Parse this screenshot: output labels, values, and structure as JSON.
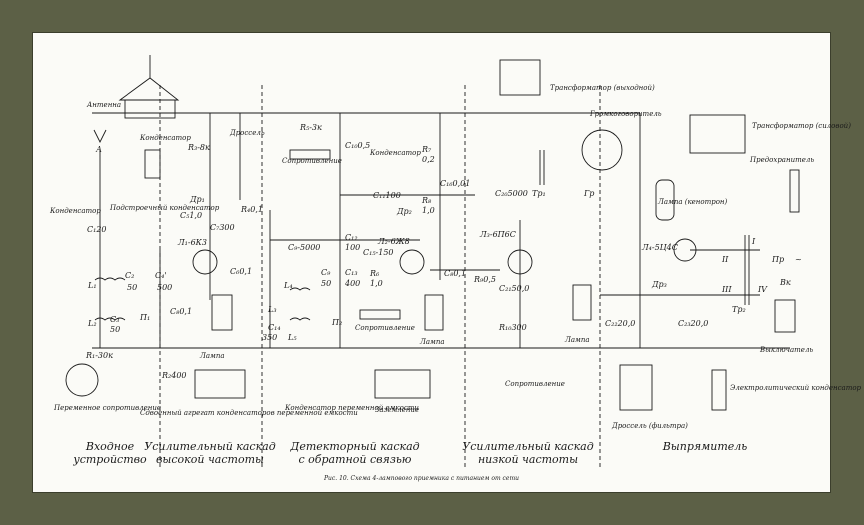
{
  "colors": {
    "frame": "#5c6046",
    "paper": "#fbfbf7",
    "ink": "#1a1a1a"
  },
  "sections": [
    {
      "line1": "Входное",
      "line2": "устройство"
    },
    {
      "line1": "Усилительный каскад",
      "line2": "высокой частоты"
    },
    {
      "line1": "Детекторный каскад",
      "line2": "с обратной связью"
    },
    {
      "line1": "Усилительный каскад",
      "line2": "низкой частоты"
    },
    {
      "line1": "Выпрямитель",
      "line2": ""
    }
  ],
  "components": {
    "antenna": "Антенна",
    "capacitor": "Конденсатор",
    "choke": "Дроссель",
    "trimmer": "Подстроечный конденсатор",
    "variable_resistor": "Переменное сопротивление",
    "lamp": "Лампа",
    "gang_cap": "Сдвоенный агрегат конденсаторов переменной емкости",
    "resistor": "Сопротивление",
    "cap_variable": "Конденсатор переменной емкости",
    "ground": "Заземление",
    "transformer_out": "Трансформатор (выходной)",
    "speaker": "Громкоговоритель",
    "transformer_power": "Трансформатор (силовой)",
    "fuse": "Предохранитель",
    "kenotron": "Лампа (кенотрон)",
    "switch": "Выключатель",
    "choke_filter": "Дроссель (фильтра)",
    "electrolytic": "Электролитический конденсатор"
  },
  "designations": {
    "A": "А",
    "C1": "C₁20",
    "L1": "L₁",
    "C2": "C₂",
    "C2v": "50",
    "L2": "L₂",
    "C3": "C₃",
    "C3v": "50",
    "R1": "R₁-30к",
    "R2": "R₂400",
    "Cd": "C₄'",
    "Cdv": "500",
    "R3": "R₃-8к",
    "Dr1": "Др₁",
    "C5": "C₅1,0",
    "Ly1": "Л₁-6К3",
    "C7": "C₇300",
    "R4": "R₄0,1",
    "C6": "C₆0,1",
    "C8": "C₈0,1",
    "P1": "П₁",
    "R5": "R₅-3к",
    "C10": "C₁₀0,5",
    "Cap_text": "Конденсатор",
    "C11": "C₁₁100",
    "R7": "R₇",
    "R7v": "0,2",
    "C16": "C₁₆0,01",
    "R8": "R₈",
    "R8v": "1,0",
    "Dr2": "Др₂",
    "C9": "C₉-5000",
    "C12": "C₁₂",
    "C12v": "100",
    "Ly2": "Л₂-6Ж8",
    "C15": "C₁₅-150",
    "R6": "R₆",
    "R6v": "1,0",
    "C13": "C₁₃",
    "C13v": "400",
    "Cf": "C₉",
    "Cfv": "50",
    "L4": "L₄",
    "L3": "L₃",
    "C14": "C₁₄",
    "C14v": "350",
    "L5": "L₅",
    "P2": "П₂",
    "Cb": "C₈0,1",
    "C20": "C₂₀5000",
    "Tr1": "Тр₁",
    "Ly3": "Л₃-6П6С",
    "Gr": "Гр",
    "R9": "R₉0,5",
    "C21": "C₂₁50,0",
    "R10": "R₁₀300",
    "Ly4": "Л₄-5Ц4С",
    "Dr3": "Др₃",
    "C22": "C₂₂20,0",
    "C23": "C₂₃20,0",
    "Tr2": "Тр₂",
    "Pr": "Пр",
    "Vk": "Вк",
    "I": "I",
    "II": "II",
    "III": "III",
    "IV": "IV",
    "ac": "~"
  },
  "caption": "Рис. 10. Схема 4-лампового приемника с питанием от сети"
}
